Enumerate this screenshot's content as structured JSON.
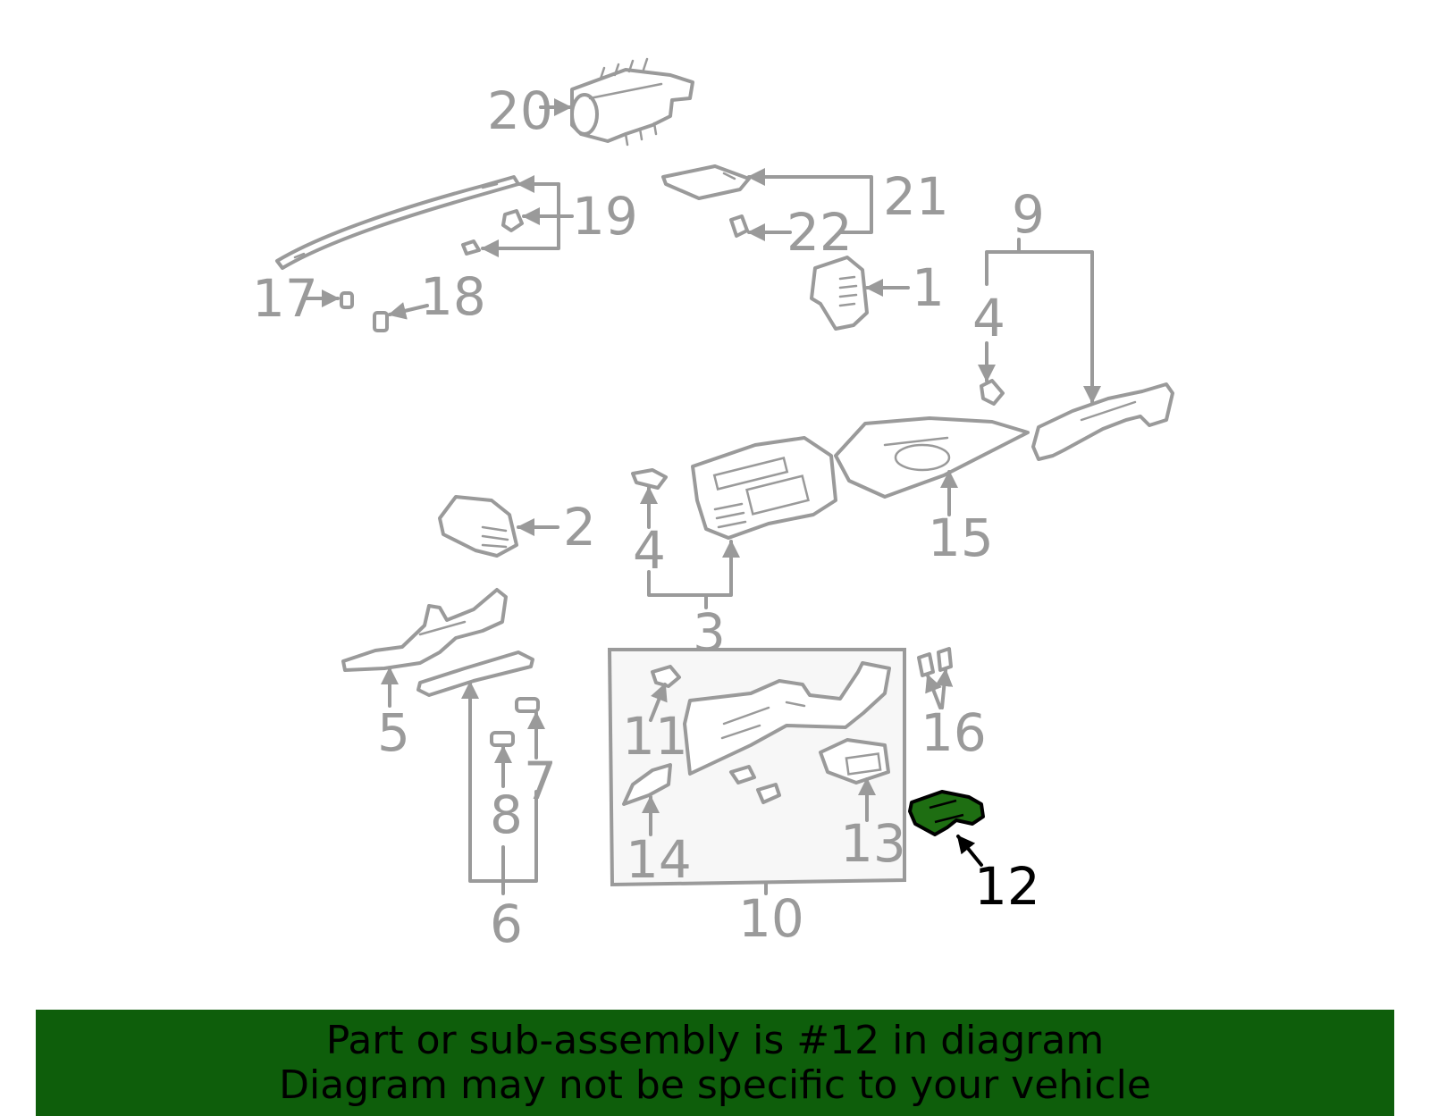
{
  "callouts": {
    "c1": "1",
    "c2": "2",
    "c3": "3",
    "c4a": "4",
    "c4b": "4",
    "c5": "5",
    "c6": "6",
    "c7": "7",
    "c8": "8",
    "c9": "9",
    "c10": "10",
    "c11": "11",
    "c12": "12",
    "c13": "13",
    "c14": "14",
    "c15": "15",
    "c16": "16",
    "c17": "17",
    "c18": "18",
    "c19": "19",
    "c20": "20",
    "c21": "21",
    "c22": "22"
  },
  "highlighted_part": "12",
  "colors": {
    "line": "#9a9a9a",
    "highlight_part": "#1e6e12",
    "banner": "#0e5e0b",
    "panel_bg": "#f7f7f7"
  },
  "banner": {
    "line1": "Part or sub-assembly is #12 in diagram",
    "line2": "Diagram may not be specific to your vehicle"
  }
}
